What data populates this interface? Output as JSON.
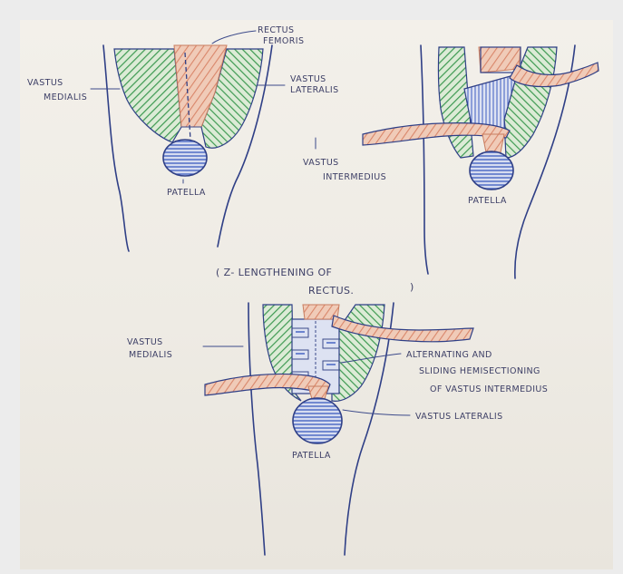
{
  "labels": {
    "d1_rectus_femoris_line1": "RECTUS",
    "d1_rectus_femoris_line2": "FEMORIS",
    "d1_vastus_medialis_line1": "VASTUS",
    "d1_vastus_medialis_line2": "MEDIALIS",
    "d1_vastus_lateralis_line1": "VASTUS",
    "d1_vastus_lateralis_line2": "LATERALIS",
    "d1_patella": "PATELLA",
    "d2_vastus_intermedius_line1": "VASTUS",
    "d2_vastus_intermedius_line2": "INTERMEDIUS",
    "d2_patella": "PATELLA",
    "caption_line1": "( Z- LENGTHENING OF",
    "caption_line2": "RECTUS.",
    "caption_close": ")",
    "d3_vastus_medialis_line1": "VASTUS",
    "d3_vastus_medialis_line2": "MEDIALIS",
    "d3_alternating_line1": "ALTERNATING AND",
    "d3_alternating_line2": "SLIDING HEMISECTIONING",
    "d3_alternating_line3": "OF VASTUS INTERMEDIUS",
    "d3_vastus_lateralis": "VASTUS LATERALIS",
    "d3_patella": "PATELLA"
  },
  "colors": {
    "paper": "#eeebe4",
    "ink": "#2f3f86",
    "muscle_green": "#3e9a52",
    "tendon_orange": "#e39a78",
    "patella_blue": "#3d5cc0"
  }
}
